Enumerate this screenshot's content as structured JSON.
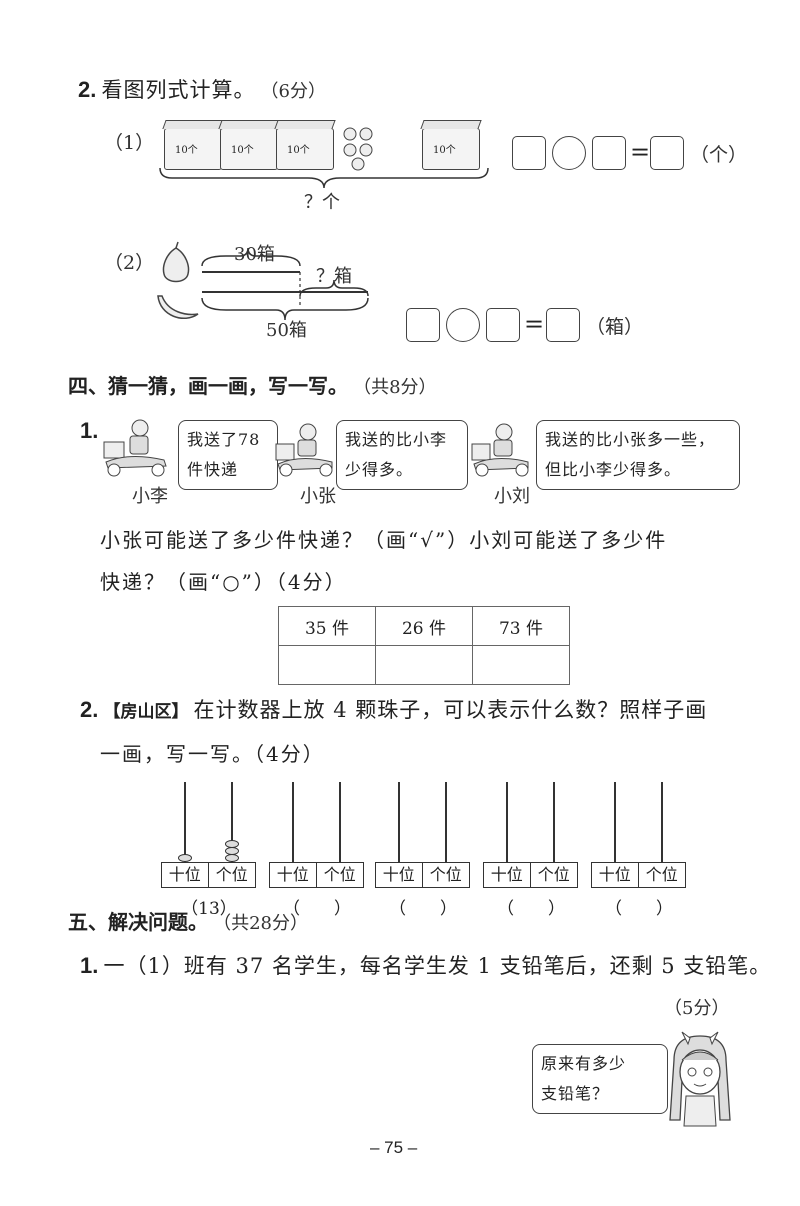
{
  "q2": {
    "number": "2.",
    "title": "看图列式计算。",
    "score": "（6分）",
    "part1": {
      "label": "（1）",
      "crate_label": "10个",
      "brace_label": "？个",
      "unit": "（个）"
    },
    "part2": {
      "label": "（2）",
      "top_label": "30箱",
      "right_label": "？箱",
      "bottom_label": "50箱",
      "unit": "（箱）"
    }
  },
  "section4": {
    "title": "四、猜一猜，画一画，写一写。",
    "score": "（共8分）",
    "q1": {
      "number": "1.",
      "people": [
        {
          "name": "小李",
          "speech_line1": "我送了78",
          "speech_line2": "件快递"
        },
        {
          "name": "小张",
          "speech_line1": "我送的比小李",
          "speech_line2": "少得多。"
        },
        {
          "name": "小刘",
          "speech_line1": "我送的比小张多一些，",
          "speech_line2": "但比小李少得多。"
        }
      ],
      "question_line1": "小张可能送了多少件快递？（画“√”）小刘可能送了多少件",
      "question_line2": "快递？（画“○”）（4分）",
      "options": [
        "35 件",
        "26 件",
        "73 件"
      ]
    },
    "q2": {
      "number": "2.",
      "tag": "【房山区】",
      "line1": "在计数器上放 4 颗珠子，可以表示什么数？照样子画",
      "line2": "一画，写一写。（4分）",
      "tens": "十位",
      "ones": "个位",
      "example_answer": "（13）",
      "blank": "（　　）"
    }
  },
  "section5": {
    "title": "五、解决问题。",
    "score": "（共28分）",
    "q1": {
      "number": "1.",
      "text": "一（1）班有 37 名学生，每名学生发 1 支铅笔后，还剩 5 支铅笔。",
      "score": "（5分）",
      "bubble_line1": "原来有多少",
      "bubble_line2": "支铅笔？"
    }
  },
  "page_number": "– 75 –"
}
